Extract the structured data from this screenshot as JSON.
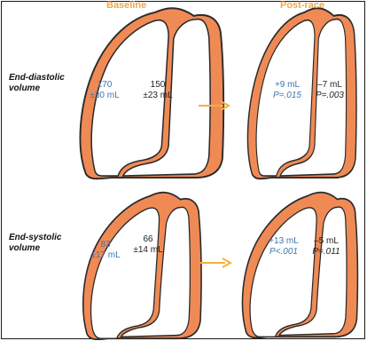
{
  "columns": {
    "baseline": "Baseline",
    "post_race": "Post-race"
  },
  "rows": {
    "end_diastolic": "End-diastolic\nvolume",
    "end_systolic": "End-systolic\nvolume"
  },
  "diastolic": {
    "baseline": {
      "left": {
        "mean": "170",
        "sd": "±30 mL"
      },
      "right": {
        "mean": "150",
        "sd": "±23 mL"
      }
    },
    "post_race": {
      "left": {
        "change": "+9 mL",
        "p": "P=.015"
      },
      "right": {
        "change": "–7 mL",
        "p": "P=.003"
      }
    }
  },
  "systolic": {
    "baseline": {
      "left": {
        "mean": "83",
        "sd": "±17 mL"
      },
      "right": {
        "mean": "66",
        "sd": "±14 mL"
      }
    },
    "post_race": {
      "left": {
        "change": "+13 mL",
        "p": "P<.001"
      },
      "right": {
        "change": "–5 mL",
        "p": "P=.011"
      }
    }
  },
  "colors": {
    "myocardium": "#f08a55",
    "outline": "#2a2a2a",
    "arrow": "#f5b041",
    "header": "#f2a64a",
    "left_ventricle_text": "#3f74ad"
  }
}
